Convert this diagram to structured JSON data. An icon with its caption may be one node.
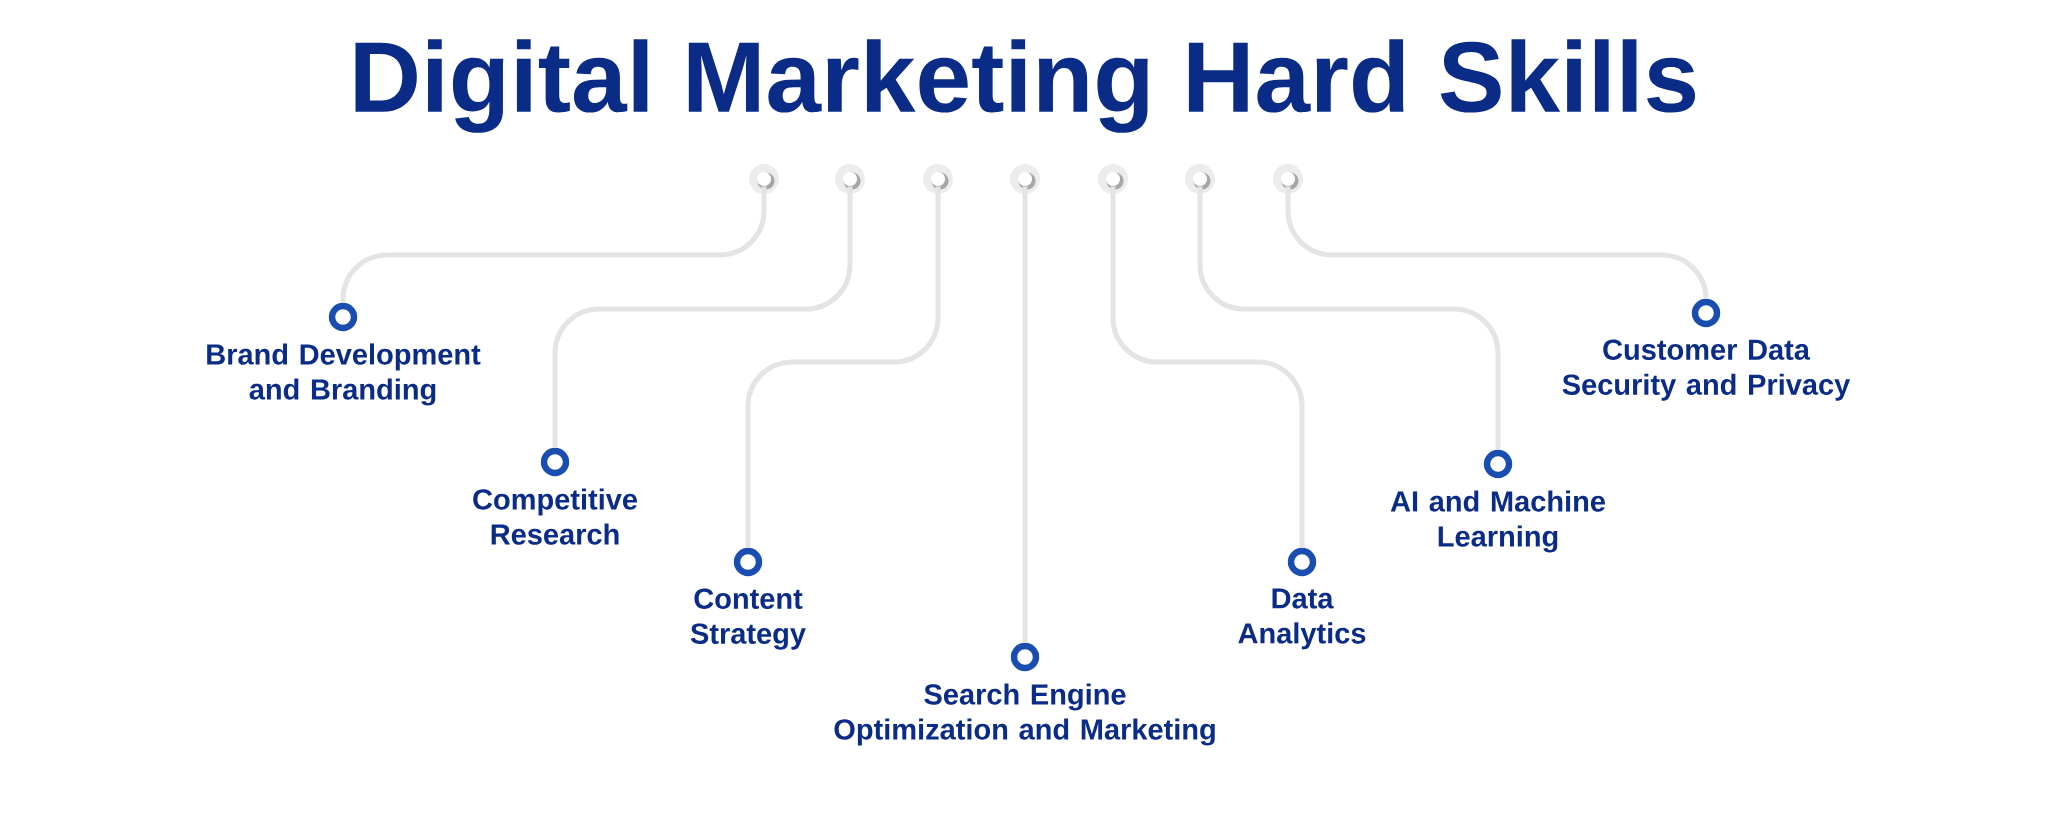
{
  "diagram": {
    "title": "Digital Marketing Hard Skills",
    "nodes": [
      {
        "text": [],
        "shape": "circle"
      },
      {
        "text": [],
        "shape": "circle"
      },
      {
        "text": [],
        "shape": "circle"
      },
      {
        "text": [],
        "shape": "circle"
      },
      {
        "text": [],
        "shape": "circle"
      },
      {
        "text": [],
        "shape": "circle"
      },
      {
        "text": [],
        "shape": "circle"
      },
      {
        "text": [
          "Brand Development and Branding"
        ]
      },
      {
        "text": [
          "Competitive Research"
        ]
      },
      {
        "text": [
          "Content Strategy"
        ]
      },
      {
        "text": [
          "Search Engine Optimization and Marketing"
        ]
      },
      {
        "text": [
          "Data Analytics"
        ]
      },
      {
        "text": [
          "AI and Machine Learning"
        ]
      },
      {
        "text": [
          "Customer Data Security and Privacy"
        ]
      }
    ],
    "edges": [
      {
        "from": 0,
        "to": 7,
        "arrow": "none"
      },
      {
        "from": 1,
        "to": 8,
        "arrow": "none"
      },
      {
        "from": 2,
        "to": 9,
        "arrow": "none"
      },
      {
        "from": 3,
        "to": 10,
        "arrow": "none"
      },
      {
        "from": 4,
        "to": 11,
        "arrow": "none"
      },
      {
        "from": 5,
        "to": 12,
        "arrow": "none"
      },
      {
        "from": 6,
        "to": 13,
        "arrow": "none"
      }
    ]
  }
}
